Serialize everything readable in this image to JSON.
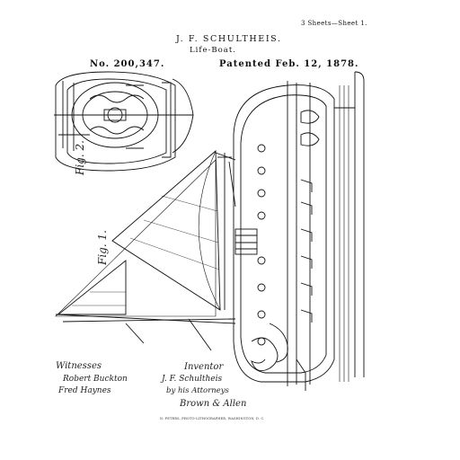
{
  "header": {
    "sheet": "3 Sheets—Sheet 1.",
    "inventor_name": "J. F. SCHULTHEIS.",
    "title": "Life-Boat.",
    "patent_number": "No. 200,347.",
    "patent_date": "Patented Feb. 12, 1878."
  },
  "figures": {
    "fig1": "Fig. 1.",
    "fig2": "Fig. 2."
  },
  "signatures": {
    "witnesses_label": "Witnesses",
    "witness_1": "Robert Buckton",
    "witness_2": "Fred Haynes",
    "inventor_label": "Inventor",
    "inventor_sig": "J. F. Schultheis",
    "attorney_sig": "by his Attorneys",
    "attorney_firm": "Brown & Allen"
  },
  "footer": {
    "printer": "N. PETERS, PHOTO-LITHOGRAPHER, WASHINGTON, D. C."
  }
}
